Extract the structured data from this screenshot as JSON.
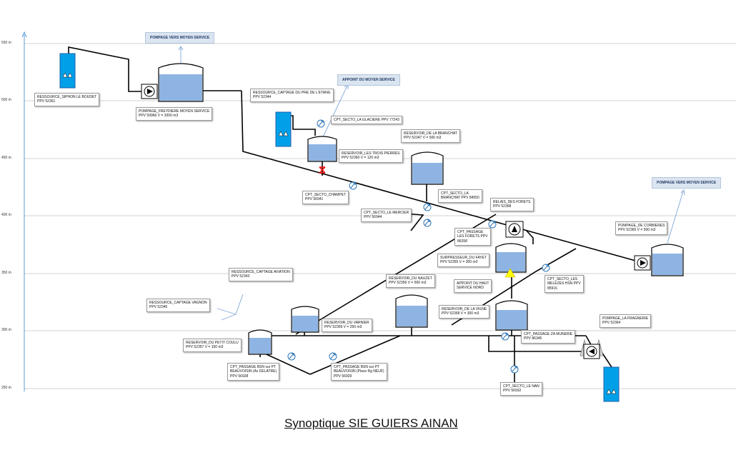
{
  "title": "Synoptique SIE GUIERS AINAN",
  "axis": {
    "ticks": [
      "550 m",
      "500 m",
      "450 m",
      "400 m",
      "350 m",
      "300 m",
      "250 m"
    ]
  },
  "headers": {
    "pompage_moyen": "POMPAGE VERS MOYEN SERVICE",
    "appoint_moyen": "APPOINT DU MOYEN SERVICE",
    "pompage_corbieres": "POMPAGE VERS MOYEN SERVICE"
  },
  "labels": {
    "siphon_boudet": [
      "RESSOURCE_SIPHON LE BOUDET",
      "PPV 52361"
    ],
    "freydiere": [
      "POMPAGE_FREYDIERE MOYEN SERVICE",
      "PPV 59966  V = 2000 m3"
    ],
    "captage_pre": [
      "RESSOURCE_CAPTAGE DU PRE DE L'ETANG",
      "PPV 52344"
    ],
    "secto_glaciere": [
      "CPT_SECTO_LA GLACIERE PPV 77243"
    ],
    "res_branchat": [
      "RESERVOIR_DE LA BRANCHAT",
      "PPV 52347   V = 500 m3"
    ],
    "res_trois_pierres": [
      "RESERVOIR_LES TROIS PIERRES",
      "PPV 52360  V = 120 m3"
    ],
    "secto_champet": [
      "CPT_SECTO_CHAMPET",
      "PPV 56941"
    ],
    "secto_branchat": [
      "CPT_SECTO_LA",
      "BRANCHAT PPV 84550"
    ],
    "relais_forets": [
      "RELAIS_DES FORETS",
      "PPV 52368"
    ],
    "secto_mercier": [
      "CPT_SECTO_LE MERCIER",
      "PPV 56944"
    ],
    "passage_forets": [
      "CPT_PASSAGE",
      "LES FORETS  PPV",
      "86358"
    ],
    "pompage_corbieres": [
      "POMPAGE_DE CORBIERES",
      "PPV 52365  V = 500 m3"
    ],
    "surpresseur_fayet": [
      "SURPRESSEUR_DU FAYET",
      "PPV 52355  V = 300 m3"
    ],
    "captage_aviation": [
      "RESSOURCE_CAPTAGE AVIATION",
      "PPV 52343"
    ],
    "res_nauzet": [
      "RESERVOIR_DU NAUZET",
      "PPV 52356  V = 500 m3"
    ],
    "appoint_nord": [
      "APPOINT DU HAUT",
      "SERVICE NORD"
    ],
    "secto_melezes": [
      "CPT_SECTO_LES",
      "MELEZES HSN  PPV",
      "85916"
    ],
    "captage_vagnon": [
      "RESSOURCE_CAPTAGE VAGNON",
      "PPV 52345"
    ],
    "res_vigne": [
      "RESERVOIR_DE LA VIGNE",
      "PPV 52358  V = 300 m3"
    ],
    "res_varnier": [
      "RESERVOIR_DU VARNIER",
      "PPV 52359  V = 250 m3"
    ],
    "fragnerie": [
      "POMPAGE_LA FRAGNERIE",
      "PPV 52364"
    ],
    "passage_zamunerie": [
      "CPT_PASSAGE ZA MUNERIE",
      "PPV 86345"
    ],
    "res_petit_couleu": [
      "RESERVOIR_DU PETIT COULU",
      "PPV 52357   V = 150 m3"
    ],
    "passage_delatre": [
      "CPT_PASSAGE BSN sur PT",
      "BEAUVOISIN (Av DELATRE)",
      "PPV 56928"
    ],
    "passage_neuf": [
      "CPT_PASSAGE BSN sur PT",
      "BEAUVOISIN (Place Rg NEUF)",
      "PPV 56929"
    ],
    "secto_nan": [
      "CPT_SECTO_LE NAN",
      "PPV 56932"
    ]
  },
  "colors": {
    "water": "#8eb4e3",
    "ressource": "#00a0e9",
    "pipe": "#000000",
    "axis": "#5b9bd5",
    "grid": "#c0c0c0",
    "meter": "#2e75b6",
    "valve": "#ff0000",
    "booster": "#ffff00"
  }
}
